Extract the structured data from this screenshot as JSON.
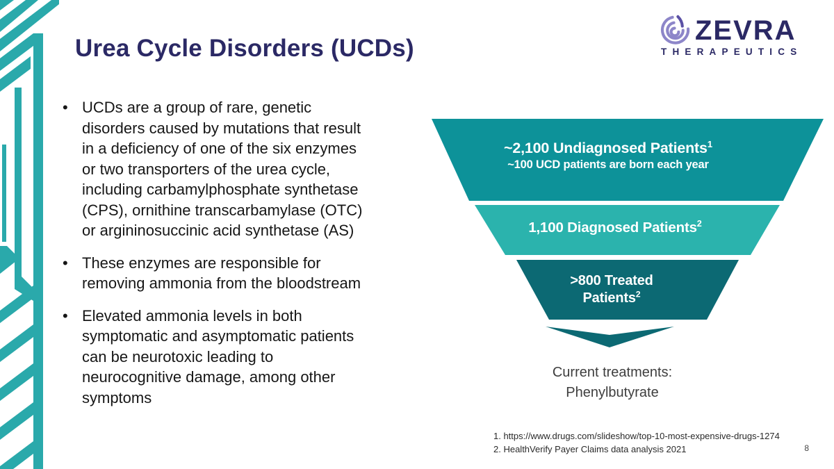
{
  "header": {
    "title": "Urea Cycle Disorders (UCDs)"
  },
  "logo": {
    "brand": "ZEVRA",
    "tagline": "THERAPEUTICS"
  },
  "bullets": [
    {
      "lines": [
        "UCDs are a group of rare, genetic",
        "disorders caused by mutations that result",
        "in a deficiency of one of the six enzymes",
        "or two transporters of the urea cycle,",
        "including carbamylphosphate synthetase",
        "(CPS), ornithine transcarbamylase (OTC)",
        "or argininosuccinic acid synthetase (AS)"
      ]
    },
    {
      "lines": [
        "These enzymes are responsible for",
        "removing ammonia from the bloodstream"
      ]
    },
    {
      "lines": [
        "Elevated ammonia levels in both",
        "symptomatic and asymptomatic patients",
        "can be neurotoxic leading to",
        "neurocognitive damage, among other",
        "symptoms"
      ]
    }
  ],
  "funnel": {
    "tier1": {
      "title": "~2,100 Undiagnosed Patients",
      "sup": "1",
      "subtitle": "~100 UCD patients are born each year",
      "color": "#0D9299"
    },
    "tier2": {
      "title": "1,100 Diagnosed Patients",
      "sup": "2",
      "color": "#2BB3AD"
    },
    "tier3": {
      "title_line1": ">800 Treated",
      "title_line2": "Patients",
      "sup": "2",
      "color": "#0C6973"
    },
    "arrow_color": "#0C6973",
    "caption_line1": "Current treatments:",
    "caption_line2": "Phenylbutyrate"
  },
  "footnotes": [
    "1. https://www.drugs.com/slideshow/top-10-most-expensive-drugs-1274",
    "2. HealthVerify Payer Claims data analysis 2021"
  ],
  "page_number": "8",
  "colors": {
    "accent_teal": "#2AA9AB",
    "title_navy": "#2B2965",
    "logo_navy": "#2B2965",
    "logo_purple_light": "#8D86C9",
    "logo_purple_dark": "#5B51A5",
    "body_text": "#161616"
  }
}
